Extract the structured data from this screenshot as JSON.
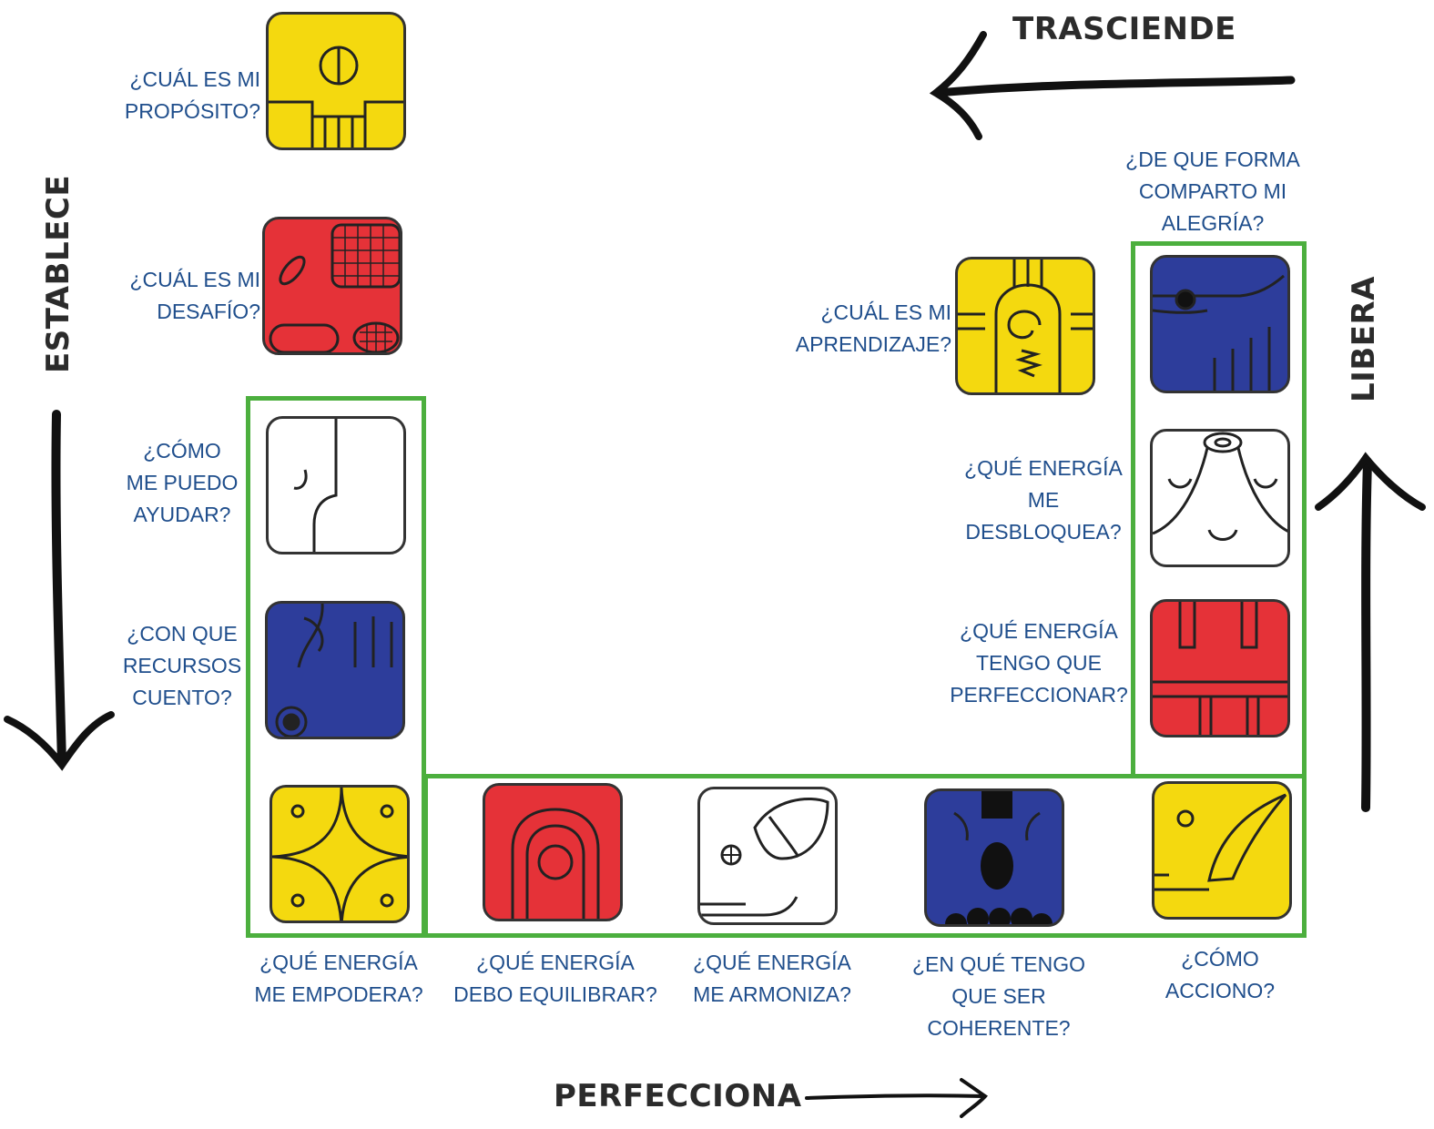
{
  "directions": {
    "top": "TRASCIENDE",
    "left": "ESTABLECE",
    "right": "LIBERA",
    "bottom": "PERFECCIONA"
  },
  "colors": {
    "yellow": "#f4d90f",
    "red": "#e53238",
    "blue": "#2d3d9b",
    "white": "#ffffff",
    "frame": "#4caf3e",
    "text": "#1f4e8c"
  },
  "glyphs": [
    {
      "id": "proposito",
      "color": "yellow",
      "icon": "vertical-bars-circle-glyph",
      "question": [
        "¿CUÁL ES MI",
        "PROPÓSITO?"
      ]
    },
    {
      "id": "desafio",
      "color": "red",
      "icon": "grid-oval-glyph",
      "question": [
        "¿CUÁL ES MI",
        "DESAFÍO?"
      ]
    },
    {
      "id": "ayudar",
      "color": "white",
      "icon": "split-face-glyph",
      "question": [
        "¿CÓMO",
        "ME PUEDO",
        "AYUDAR?"
      ]
    },
    {
      "id": "recursos",
      "color": "blue",
      "icon": "hand-dot-glyph",
      "question": [
        "¿CON QUE",
        "RECURSOS",
        "CUENTO?"
      ]
    },
    {
      "id": "empodera",
      "color": "yellow",
      "icon": "four-arcs-star-glyph",
      "question": [
        "¿QUÉ ENERGÍA",
        "ME EMPODERA?"
      ]
    },
    {
      "id": "equilibrar",
      "color": "red",
      "icon": "arch-circle-glyph",
      "question": [
        "¿QUÉ ENERGÍA",
        "DEBO EQUILIBRAR?"
      ]
    },
    {
      "id": "armoniza",
      "color": "white",
      "icon": "bird-head-glyph",
      "question": [
        "¿QUÉ ENERGÍA",
        "ME ARMONIZA?"
      ]
    },
    {
      "id": "coherente",
      "color": "blue",
      "icon": "seed-dots-glyph",
      "question": [
        "¿EN QUÉ TENGO",
        "QUE SER",
        "COHERENTE?"
      ]
    },
    {
      "id": "acciono",
      "color": "yellow",
      "icon": "profile-face-glyph",
      "question": [
        "¿CÓMO",
        "ACCIONO?"
      ]
    },
    {
      "id": "perfeccionar",
      "color": "red",
      "icon": "pillars-glyph",
      "question": [
        "¿QUÉ ENERGÍA",
        "TENGO QUE",
        "PERFECCIONAR?"
      ]
    },
    {
      "id": "desbloquea",
      "color": "white",
      "icon": "closed-eyes-face-glyph",
      "question": [
        "¿QUÉ ENERGÍA",
        "ME",
        "DESBLOQUEA?"
      ]
    },
    {
      "id": "alegria",
      "color": "blue",
      "icon": "eye-lines-glyph",
      "question": [
        "¿DE QUE FORMA",
        "COMPARTO MI",
        "ALEGRÍA?"
      ]
    },
    {
      "id": "aprendizaje",
      "color": "yellow",
      "icon": "spiral-face-glyph",
      "question": [
        "¿CUÁL ES MI",
        "APRENDIZAJE?"
      ]
    }
  ]
}
